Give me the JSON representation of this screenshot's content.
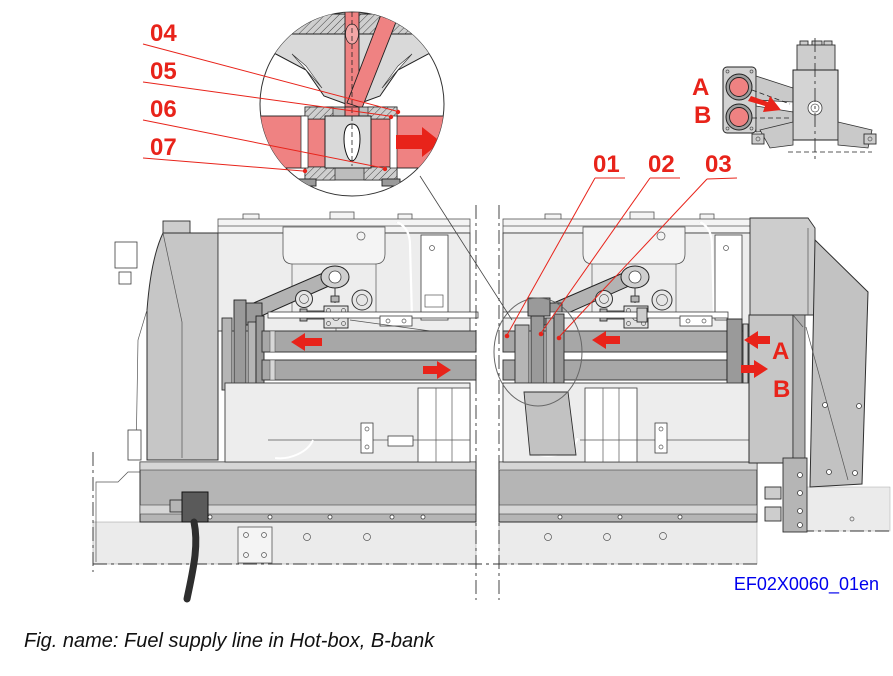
{
  "figure": {
    "caption": "Fig. name: Fuel supply line in Hot-box, B-bank",
    "drawing_number": "EF02X0060_01en"
  },
  "callouts": {
    "detail": [
      {
        "id": "04"
      },
      {
        "id": "05"
      },
      {
        "id": "06"
      },
      {
        "id": "07"
      }
    ],
    "main": [
      {
        "id": "01"
      },
      {
        "id": "02"
      },
      {
        "id": "03"
      }
    ]
  },
  "flow": {
    "a_label": "A",
    "b_label": "B"
  },
  "iso_view": {
    "port_a": "A",
    "port_b": "B"
  },
  "colors": {
    "callout_red": "#e8231a",
    "fuel_pink": "#ef8282",
    "pipe_gray": "#a7a7a7",
    "drawing_number_blue": "#0000ee"
  }
}
